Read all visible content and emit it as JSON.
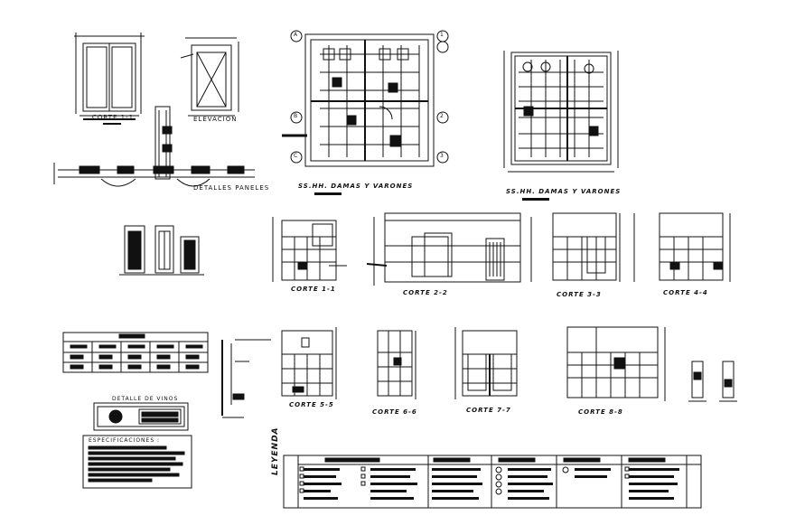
{
  "labels": {
    "corte_1_1_top": "CORTE 1-1",
    "elevacion": "ELEVACION",
    "detalles_paneles": "DETALLES PANELES",
    "plan_1": "SS.HH. DAMAS Y VARONES",
    "plan_2": "SS.HH. DAMAS Y VARONES",
    "corte_1_1": "CORTE 1-1",
    "corte_2_2": "CORTE 2-2",
    "corte_3_3": "CORTE 3-3",
    "corte_4_4": "CORTE 4-4",
    "corte_5_5": "CORTE 5-5",
    "corte_6_6": "CORTE 6-6",
    "corte_7_7": "CORTE 7-7",
    "corte_8_8": "CORTE 8-8",
    "detalle_vinos": "DETALLE DE VINOS",
    "especificaciones": "ESPECIFICACIONES :",
    "leyenda": "LEYENDA"
  },
  "grid_markers": {
    "left": [
      "A",
      "B",
      "C"
    ],
    "right": [
      "1",
      "2",
      "3"
    ]
  },
  "colors": {
    "line": "#111111",
    "paper": "#ffffff"
  }
}
